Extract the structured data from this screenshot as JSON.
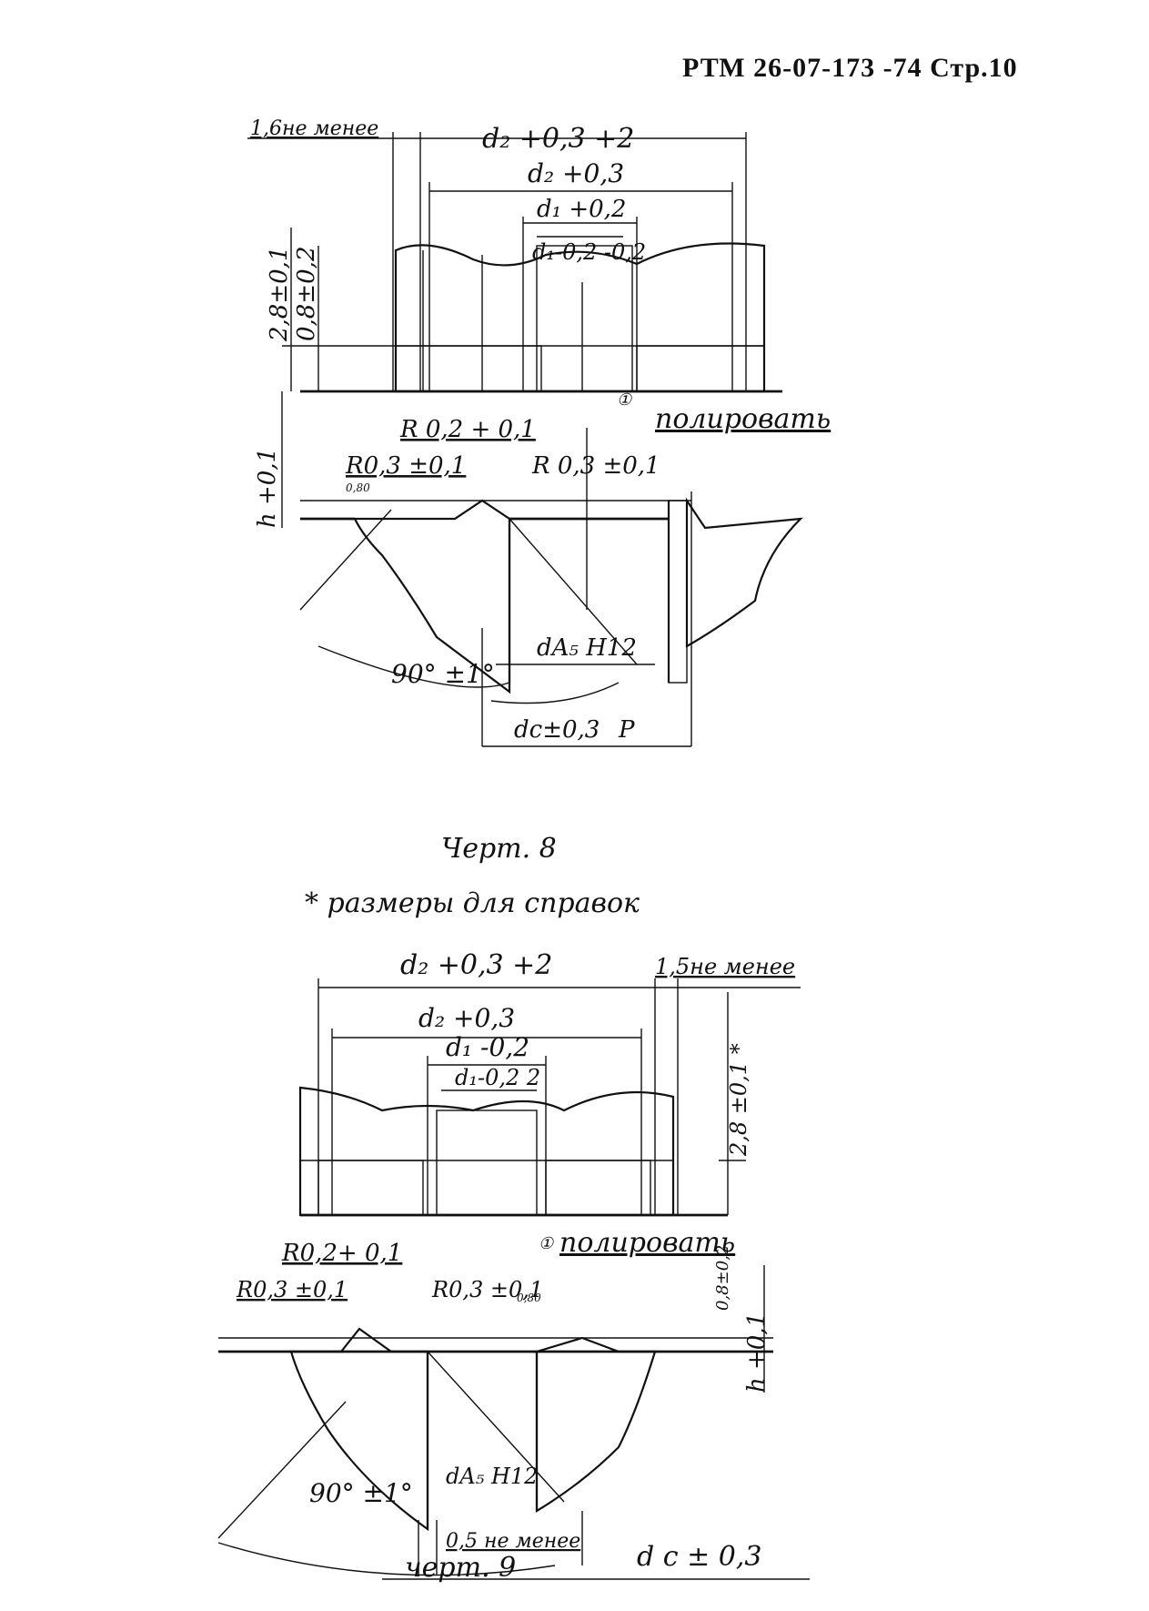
{
  "header": {
    "text": "РТМ 26-07-173 -74  Стр.10"
  },
  "drawing8": {
    "top_width": "d₂ +0,3 +2",
    "min_gap": "1,6не менее",
    "outer_diam": "d₂ +0,3",
    "d1_plus": "d₁ +0,2",
    "d1_minus": "d₁-0,2 -0,2",
    "height_28": "2,8±0,1",
    "height_08": "0,8±0,2",
    "polish_note": "полировать",
    "radius_02": "R 0,2 + 0,1",
    "radius_03_left": "R0,3 ±0,1",
    "radius_03_right": "R 0,3 ±0,1",
    "height_h": "h +0,1",
    "angle": "90° ±1°",
    "bore": "dA₅ H12",
    "dc": "dc±0,3",
    "dc_suffix": "P",
    "roughness": "0,80",
    "mark": "①"
  },
  "caption8": "Черт. 8",
  "reference_note": "* размеры для справок",
  "drawing9": {
    "top_width": "d₂ +0,3 +2",
    "min_gap": "1,5не менее",
    "outer_diam": "d₂ +0,3",
    "d1_minus": "d₁ -0,2",
    "d1_inner": "d₁-0,2 2",
    "height_28": "2,8 ±0,1 *",
    "height_08": "0,8±0,2",
    "polish_note": "полировать",
    "radius_02": "R0,2+ 0,1",
    "radius_03_left": "R0,3 ±0,1",
    "radius_03_right": "R0,3 ±0,1",
    "height_h": "h +0,1",
    "angle": "90° ±1°",
    "bore": "dA₅ H12",
    "min_width": "0,5 не менее",
    "dc": "d c ± 0,3",
    "roughness": "0,80",
    "mark": "①"
  },
  "caption9": "черт. 9"
}
